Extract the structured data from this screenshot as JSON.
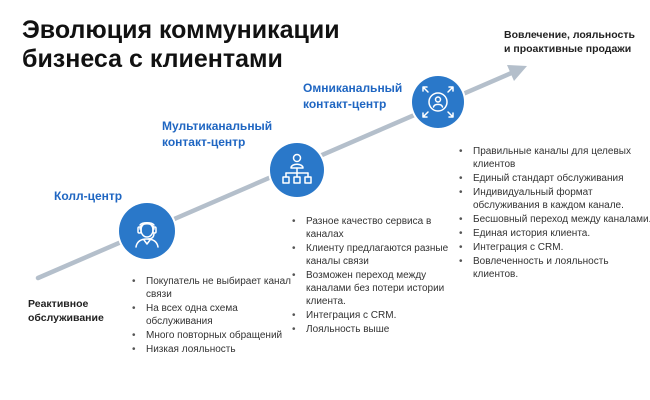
{
  "title": "Эволюция коммуникации бизнеса с клиентами",
  "start_label": "Реактивное обслуживание",
  "end_label": "Вовлечение, лояльность и проактивные продажи",
  "stages": [
    {
      "name": "Колл-центр",
      "icon": "operator-headset-icon",
      "bullets": [
        "Покупатель не выбирает канал связи",
        "На всех одна схема обслуживания",
        "Много повторных обращений",
        "Низкая лояльность"
      ]
    },
    {
      "name": "Мультиканальный контакт-центр",
      "icon": "network-hierarchy-icon",
      "bullets": [
        "Разное качество сервиса в каналах",
        "Клиенту предлагаются разные каналы связи",
        "Возможен переход между каналами без потери истории клиента.",
        "Интеграция с CRM.",
        "Лояльность выше"
      ]
    },
    {
      "name": "Омниканальный контакт-центр",
      "icon": "user-focus-arrows-icon",
      "bullets": [
        "Правильные каналы для целевых клиентов",
        "Единый стандарт обслуживания",
        "Индивидуальный формат обслуживания в каждом канале.",
        "Бесшовный переход между каналами.",
        "Единая история клиента.",
        "Интеграция с CRM.",
        "Вовлеченность и лояльность клиентов."
      ]
    }
  ],
  "colors": {
    "accent": "#2a78c9",
    "stage_text": "#1f66c2",
    "arrow": "#b4bfcb"
  }
}
